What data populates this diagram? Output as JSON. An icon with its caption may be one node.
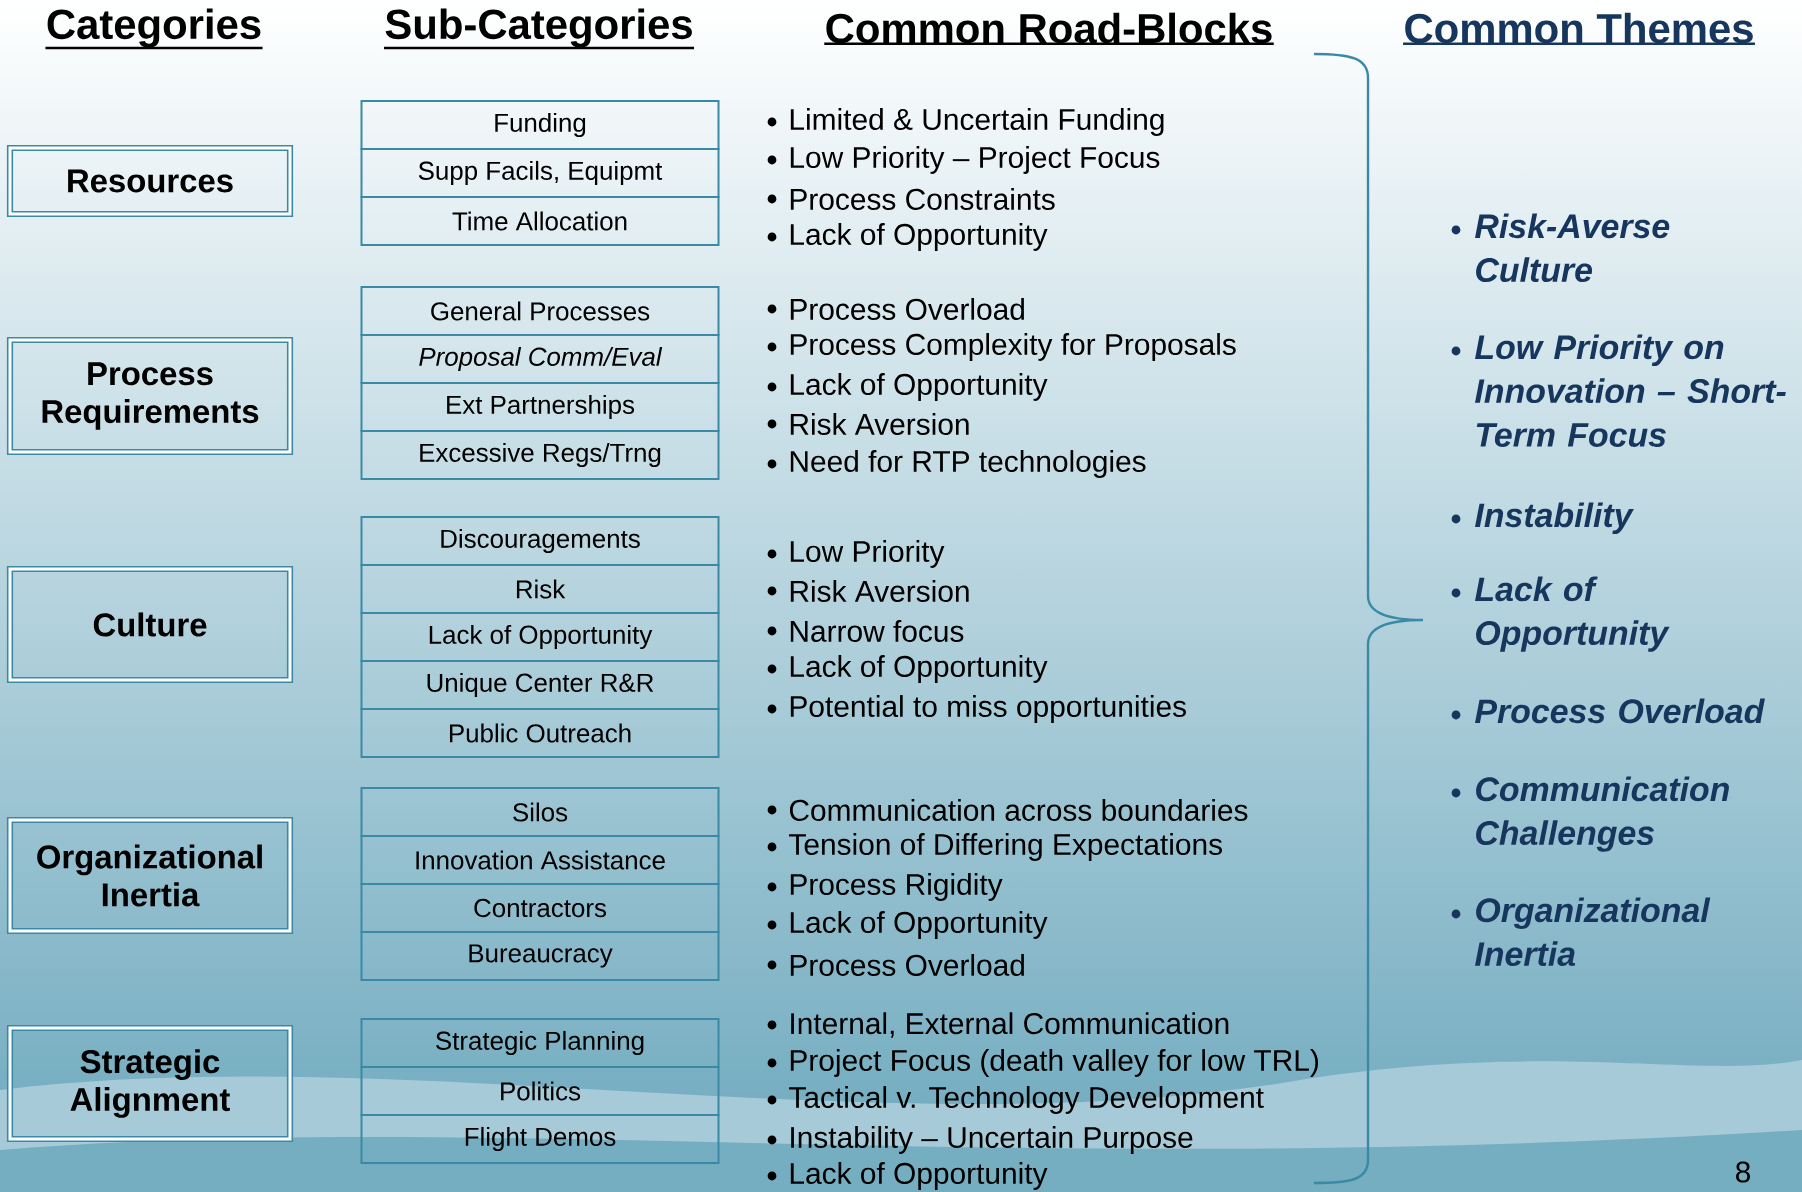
{
  "diagram": {
    "nodes": [
      {
        "text": [
          "Resources"
        ]
      },
      {
        "text": [
          "Funding"
        ]
      },
      {
        "text": [
          "Supp Facils, Equipmt"
        ]
      },
      {
        "text": [
          "Time Allocation"
        ]
      },
      {
        "text": [
          "Process Requirements"
        ]
      },
      {
        "text": [
          "General Processes"
        ]
      },
      {
        "text": [
          "Proposal Comm/Eval"
        ]
      },
      {
        "text": [
          "Ext Partnerships"
        ]
      },
      {
        "text": [
          "Excessive Regs/Trng"
        ]
      },
      {
        "text": [
          "Culture"
        ]
      },
      {
        "text": [
          "Discouragements"
        ]
      },
      {
        "text": [
          "Risk"
        ]
      },
      {
        "text": [
          "Lack of Opportunity"
        ]
      },
      {
        "text": [
          "Unique Center R&R"
        ]
      },
      {
        "text": [
          "Public Outreach"
        ]
      },
      {
        "text": [
          "Organizational Inertia"
        ]
      },
      {
        "text": [
          "Silos"
        ]
      },
      {
        "text": [
          "Innovation Assistance"
        ]
      },
      {
        "text": [
          "Contractors"
        ]
      },
      {
        "text": [
          "Bureaucracy"
        ]
      },
      {
        "text": [
          "Strategic Alignment"
        ]
      },
      {
        "text": [
          "Strategic Planning"
        ]
      },
      {
        "text": [
          "Politics"
        ]
      },
      {
        "text": [
          "Flight Demos"
        ]
      }
    ],
    "labels": [
      "Categories",
      "Sub-Categories",
      "Common Road-Blocks",
      "Common Themes",
      "Limited & Uncertain Funding",
      "Low Priority – Project Focus",
      "Process Constraints",
      "Lack of Opportunity",
      "Process Overload",
      "Process Complexity for Proposals",
      "Lack of Opportunity",
      "Risk Aversion",
      "Need for RTP technologies",
      "Low Priority",
      "Risk Aversion",
      "Narrow focus",
      "Lack of Opportunity",
      "Potential to miss opportunities",
      "Communication across boundaries",
      "Tension of Differing Expectations",
      "Process Rigidity",
      "Lack of Opportunity",
      "Process Overload",
      "Internal, External Communication",
      "Project Focus (death valley for low TRL)",
      "Tactical v. Technology Development",
      "Instability – Uncertain Purpose",
      "Lack of Opportunity",
      "Risk-Averse Culture",
      "Low Priority on Innovation – Short-Term Focus",
      "Instability",
      "Lack of Opportunity",
      "Process Overload",
      "Communication Challenges",
      "Organizational Inertia",
      "8"
    ]
  }
}
